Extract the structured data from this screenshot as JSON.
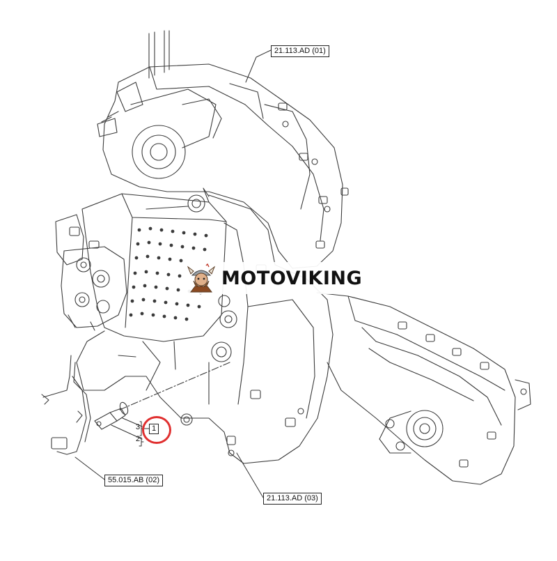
{
  "callouts": {
    "ref_top": "21.113.AD (01)",
    "ref_bottom_right": "21.113.AD (03)",
    "ref_bottom_left": "55.015.AB (02)",
    "item_number": "1",
    "part_2": "2",
    "part_3": "3"
  },
  "watermark": {
    "text": "MOTOVIKING",
    "logo_icon": "viking-mascot-icon"
  },
  "colors": {
    "line": "#333333",
    "highlight": "#e03030"
  }
}
